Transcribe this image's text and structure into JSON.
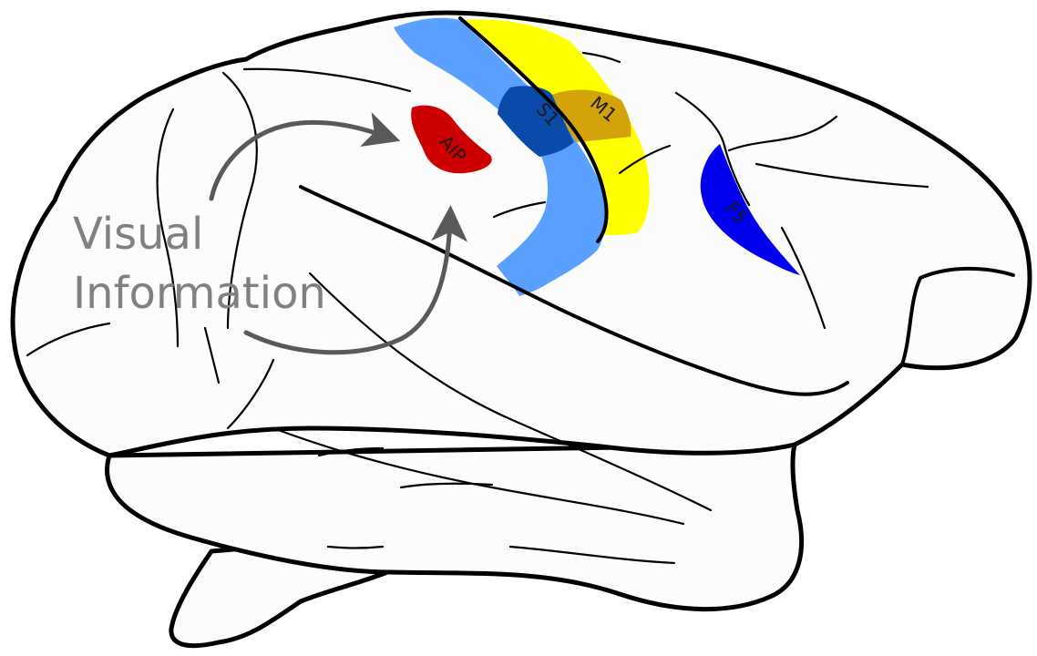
{
  "labels": {
    "visual_line1": "Visual",
    "visual_line2": "Information",
    "aip": "AIP",
    "s1": "S1",
    "m1": "M1",
    "f5": "F5"
  },
  "colors": {
    "aip": "#cc0000",
    "s1_strip": "#5aa0ff",
    "s1_core": "#0a4aa8",
    "m1_strip": "#ffff00",
    "m1_core": "#d4a30a",
    "f5": "#0000ee",
    "arrows": "#595959",
    "text": "#808080"
  }
}
